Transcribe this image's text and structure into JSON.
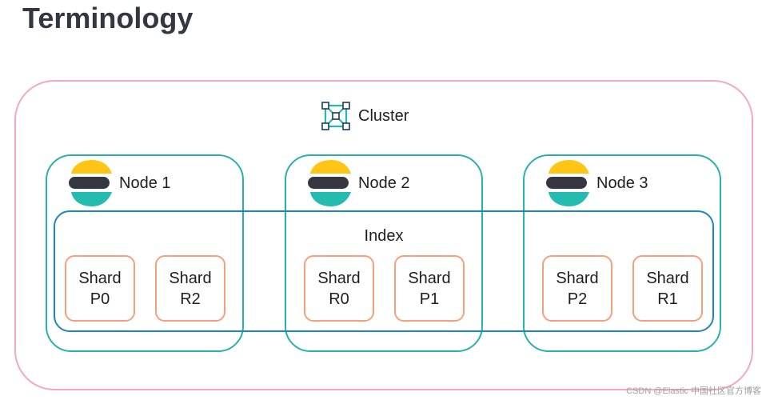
{
  "title": "Terminology",
  "cluster": {
    "label": "Cluster",
    "icon": "cluster-icon"
  },
  "nodes": [
    {
      "label": "Node 1",
      "logo": "elastic-logo",
      "shards": [
        {
          "name": "Shard",
          "id": "P0"
        },
        {
          "name": "Shard",
          "id": "R2"
        }
      ]
    },
    {
      "label": "Node 2",
      "logo": "elastic-logo",
      "shards": [
        {
          "name": "Shard",
          "id": "R0"
        },
        {
          "name": "Shard",
          "id": "P1"
        }
      ]
    },
    {
      "label": "Node 3",
      "logo": "elastic-logo",
      "shards": [
        {
          "name": "Shard",
          "id": "P2"
        },
        {
          "name": "Shard",
          "id": "R1"
        }
      ]
    }
  ],
  "index": {
    "label": "Index"
  },
  "watermark": "CSDN @Elastic 中国社区官方博客",
  "colors": {
    "title": "#343741",
    "text": "#1e1e1e",
    "cluster_border": "#f3a7c6",
    "node_border": "#28b1ac",
    "index_border": "#1b86c3",
    "shard_border": "#f5a07b",
    "logo_yellow": "#fec514",
    "logo_dark": "#343741",
    "logo_teal": "#24bbb1",
    "icon_line": "#2bb5b0",
    "icon_box": "#1f3b5c",
    "watermark": "#a0a0a0"
  }
}
